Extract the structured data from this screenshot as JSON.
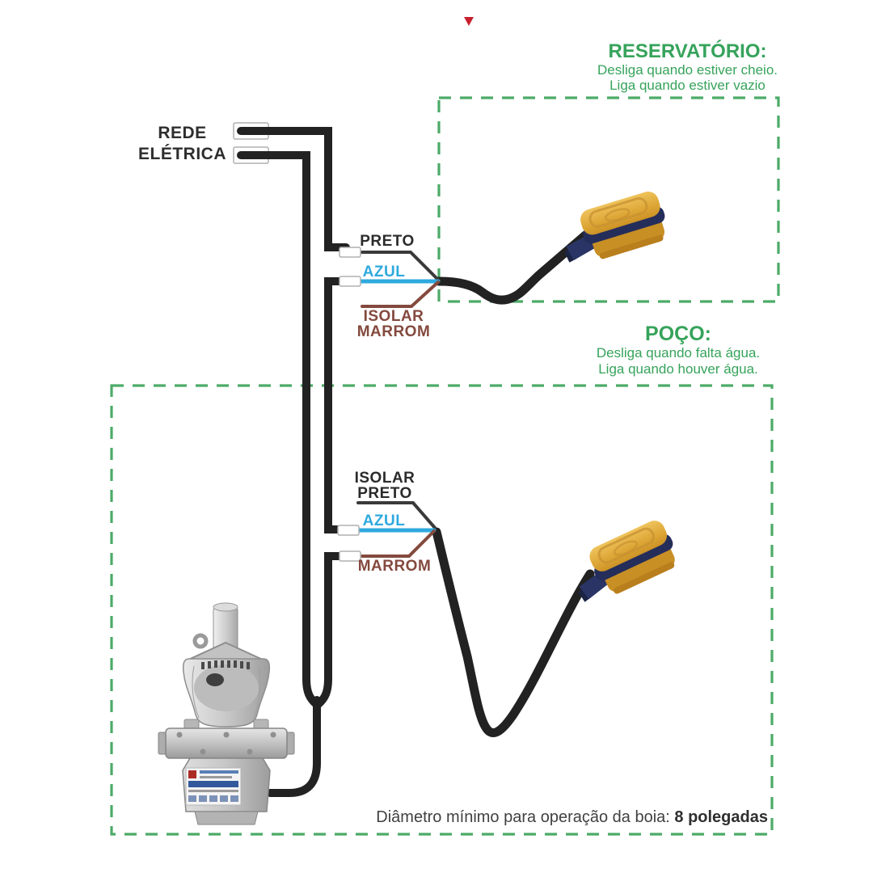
{
  "diagram": {
    "rede": {
      "line1": "REDE",
      "line2": "ELÉTRICA"
    },
    "reservatorio": {
      "title": "RESERVATÓRIO:",
      "desc1": "Desliga quando estiver cheio.",
      "desc2": "Liga quando estiver vazio"
    },
    "poco": {
      "title": "POÇO:",
      "desc1": "Desliga quando falta água.",
      "desc2": "Liga quando houver água."
    },
    "junction_reservatorio": {
      "preto": "PRETO",
      "azul": "AZUL",
      "isolar_line1": "ISOLAR",
      "isolar_line2": "MARROM"
    },
    "junction_poco": {
      "isolar_line1": "ISOLAR",
      "isolar_line2": "PRETO",
      "azul": "AZUL",
      "marrom": "MARROM"
    },
    "footer": {
      "text": "Diâmetro mínimo para operação da boia: ",
      "bold": "8 polegadas"
    }
  },
  "colors": {
    "dashed_box_green": "#4cab68",
    "green_text": "#36a35b",
    "cable_black": "#222222",
    "wire_blue": "#2fa9de",
    "wire_brown": "#84493e",
    "label_black": "#2b2b2b",
    "float_yellow": "#d89c2f",
    "float_navy": "#252e5a",
    "marker_red": "#c8202f",
    "pump_gray": "#c4c4c4"
  }
}
